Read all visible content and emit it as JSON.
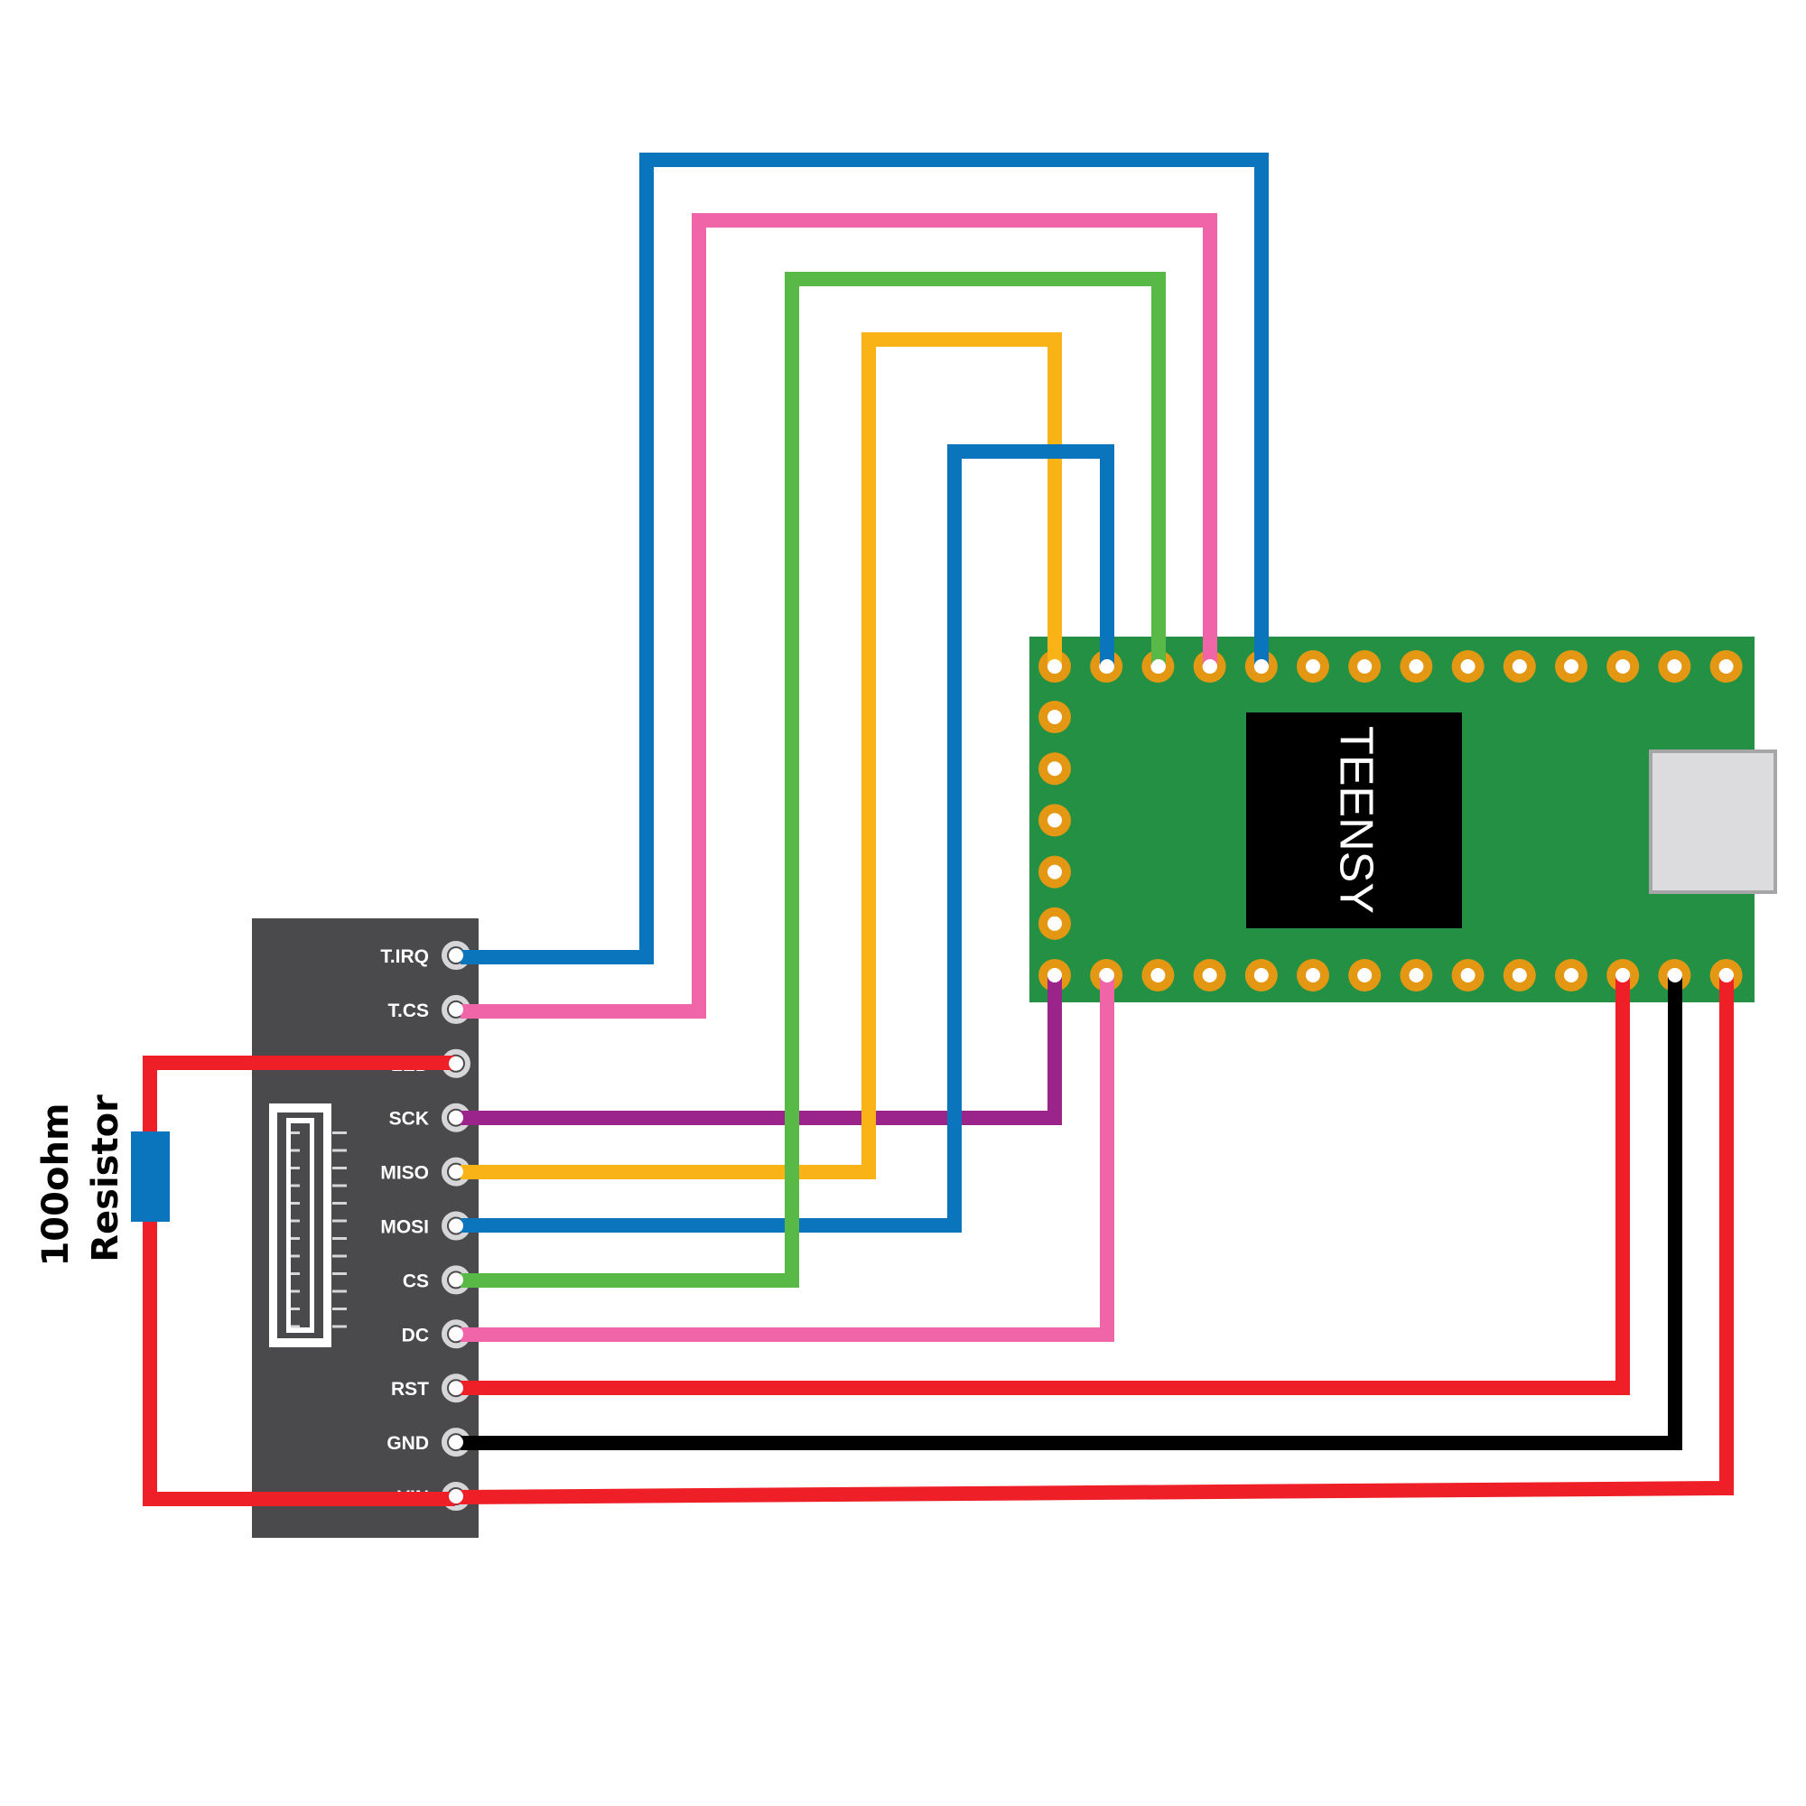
{
  "display": {
    "pins": [
      "T.IRQ",
      "T.CS",
      "LED",
      "SCK",
      "MISO",
      "MOSI",
      "CS",
      "DC",
      "RST",
      "GND",
      "VIN"
    ]
  },
  "teensy": {
    "label": "TEENSY"
  },
  "resistor": {
    "line1": "100ohm",
    "line2": "Resistor"
  },
  "colors": {
    "blue": "#0a74bc",
    "pink": "#f064a8",
    "green": "#58b947",
    "orange": "#f9b316",
    "purple": "#9a2489",
    "red": "#ee1f26",
    "black": "#000000",
    "board_green": "#239044",
    "pad_gold": "#e49712",
    "display_body": "#4a4a4c"
  },
  "wires": [
    {
      "from": "T.IRQ",
      "to": "teensy-top-4",
      "color": "blue"
    },
    {
      "from": "T.CS",
      "to": "teensy-top-3",
      "color": "pink"
    },
    {
      "from": "SCK",
      "to": "teensy-bottom-0",
      "color": "purple"
    },
    {
      "from": "MISO",
      "to": "teensy-top-0",
      "color": "orange"
    },
    {
      "from": "MOSI",
      "to": "teensy-top-1",
      "color": "blue"
    },
    {
      "from": "CS",
      "to": "teensy-top-2",
      "color": "green"
    },
    {
      "from": "DC",
      "to": "teensy-bottom-1",
      "color": "pink"
    },
    {
      "from": "RST",
      "to": "teensy-bottom-11",
      "color": "red"
    },
    {
      "from": "GND",
      "to": "teensy-bottom-12",
      "color": "black"
    },
    {
      "from": "VIN",
      "to": "teensy-bottom-13",
      "color": "red"
    },
    {
      "from": "LED",
      "to": "VIN",
      "via": "resistor",
      "color": "red"
    }
  ]
}
